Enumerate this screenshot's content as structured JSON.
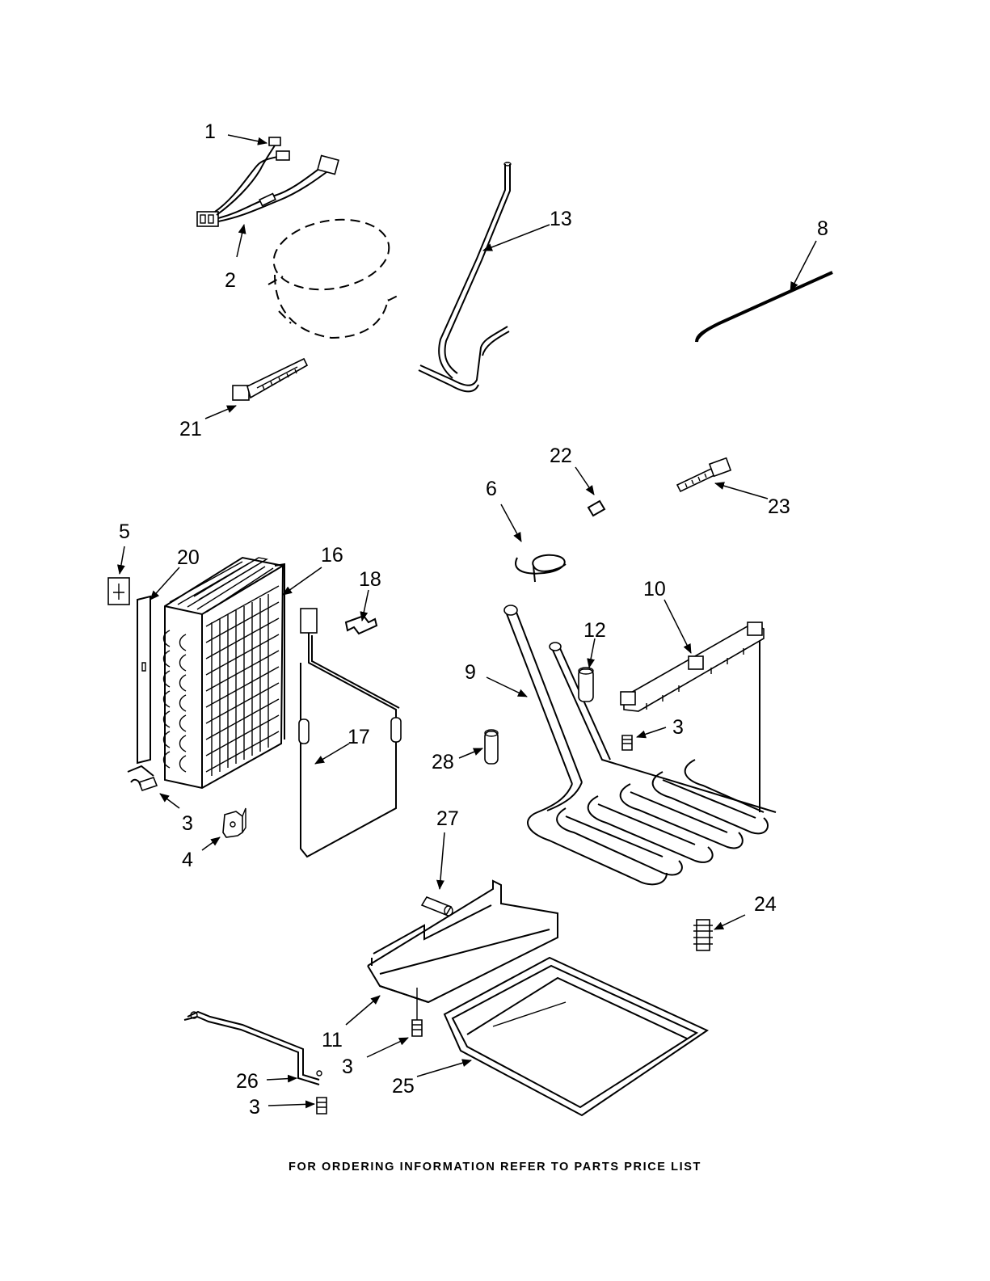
{
  "callouts": {
    "c1": "1",
    "c2": "2",
    "c3a": "3",
    "c3b": "3",
    "c3c": "3",
    "c3d": "3",
    "c4": "4",
    "c5": "5",
    "c6": "6",
    "c8": "8",
    "c9": "9",
    "c10": "10",
    "c11": "11",
    "c12": "12",
    "c13": "13",
    "c16": "16",
    "c17": "17",
    "c18": "18",
    "c20": "20",
    "c21": "21",
    "c22": "22",
    "c23": "23",
    "c24": "24",
    "c25": "25",
    "c26": "26",
    "c27": "27",
    "c28": "28"
  },
  "footer": "FOR ORDERING INFORMATION REFER TO PARTS PRICE LIST",
  "colors": {
    "ink": "#000000",
    "paper": "#ffffff"
  }
}
